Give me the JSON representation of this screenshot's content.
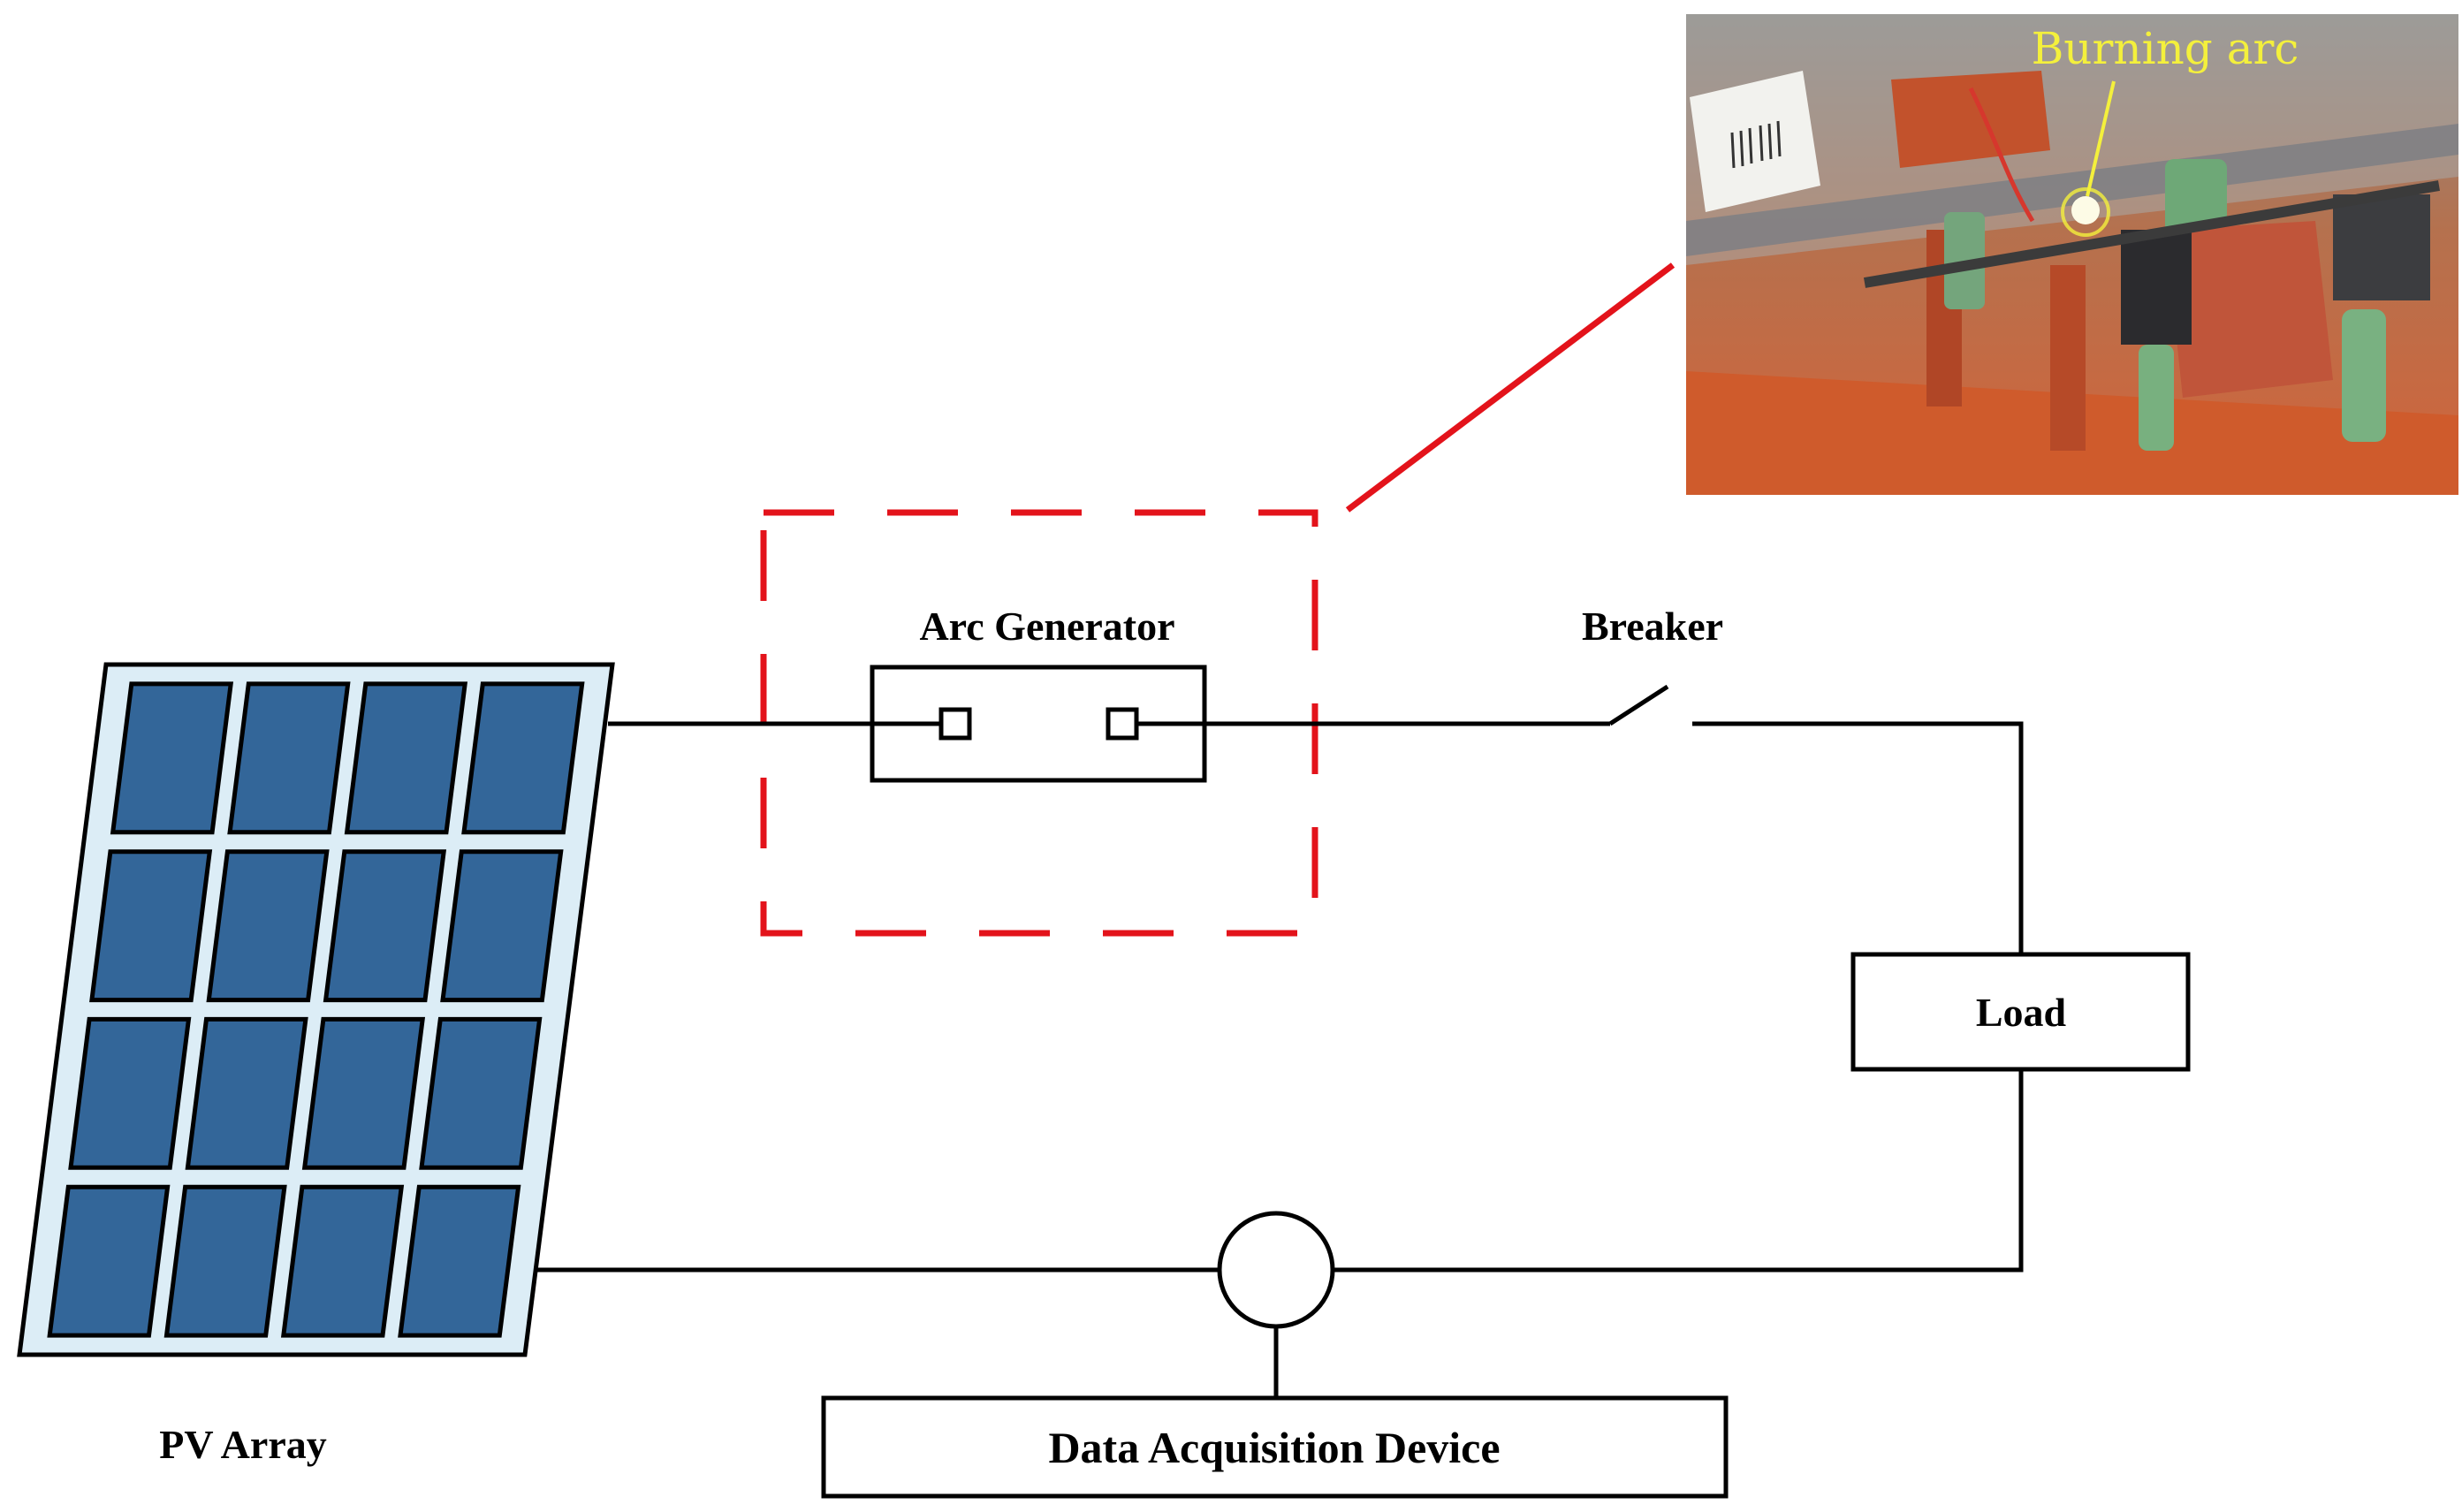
{
  "labels": {
    "pv_array": "PV Array",
    "arc_generator": "Arc Generator",
    "breaker": "Breaker",
    "load": "Load",
    "data_acquisition": "Data Acquisition Device",
    "photo_annotation": "Burning arc"
  },
  "colors": {
    "wire": "#000000",
    "panel_frame_fill": "#dcedf6",
    "panel_cell_fill": "#336699",
    "highlight": "#e3131b",
    "photo_annotation": "#f4f03c",
    "photo_background": "#c8673c"
  },
  "pv_array": {
    "rows": 4,
    "columns": 4
  }
}
